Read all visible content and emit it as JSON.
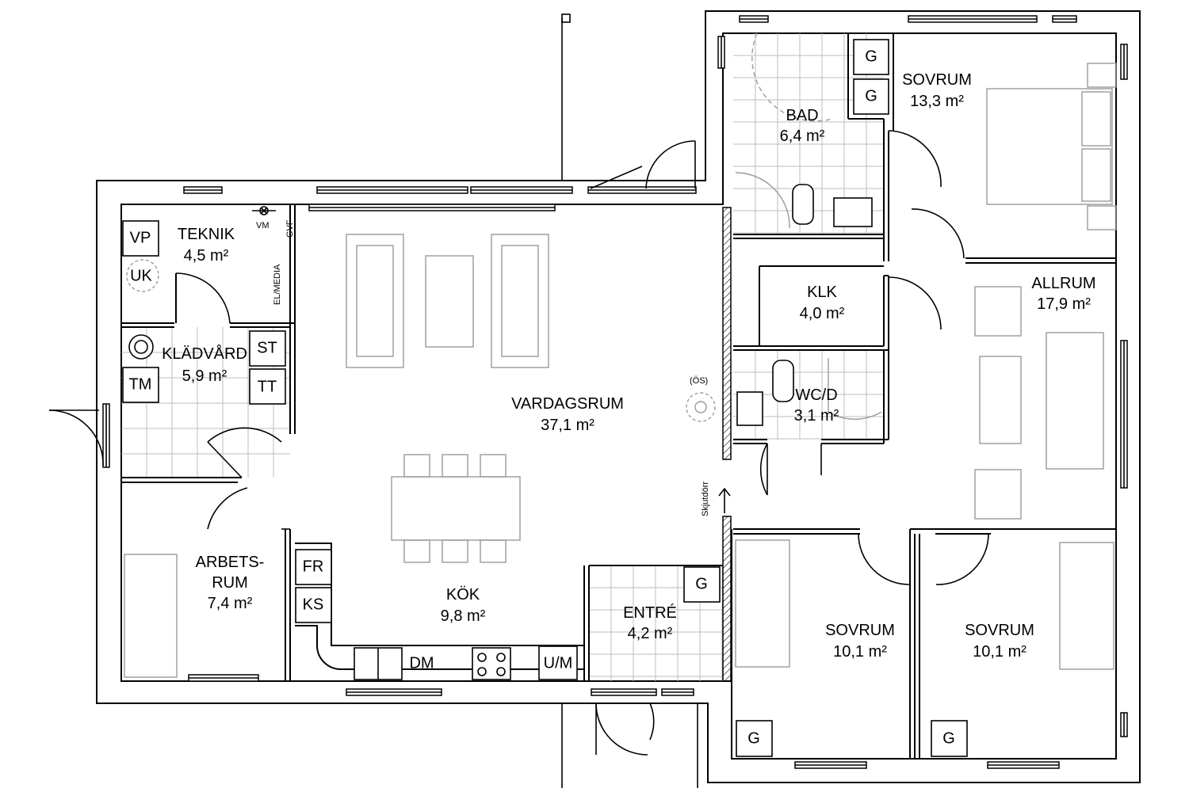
{
  "rooms": {
    "sovrum_ne": {
      "name": "SOVRUM",
      "area": "13,3 m²"
    },
    "bad": {
      "name": "BAD",
      "area": "6,4 m²"
    },
    "teknik": {
      "name": "TEKNIK",
      "area": "4,5 m²"
    },
    "kladvard": {
      "name": "KLÄDVÅRD",
      "area": "5,9 m²"
    },
    "arbetsrum": {
      "name1": "ARBETS-",
      "name2": "RUM",
      "area": "7,4 m²"
    },
    "vardagsrum": {
      "name": "VARDAGSRUM",
      "area": "37,1 m²"
    },
    "kok": {
      "name": "KÖK",
      "area": "9,8 m²"
    },
    "entre": {
      "name": "ENTRÉ",
      "area": "4,2 m²"
    },
    "klk": {
      "name": "KLK",
      "area": "4,0 m²"
    },
    "wcd": {
      "name": "WC/D",
      "area": "3,1 m²"
    },
    "allrum": {
      "name": "ALLRUM",
      "area": "17,9 m²"
    },
    "sovrum_s1": {
      "name": "SOVRUM",
      "area": "10,1 m²"
    },
    "sovrum_s2": {
      "name": "SOVRUM",
      "area": "10,1 m²"
    }
  },
  "fixtures": {
    "vp": "VP",
    "uk": "UK",
    "st": "ST",
    "tm": "TM",
    "tt": "TT",
    "fr": "FR",
    "ks": "KS",
    "dm": "DM",
    "um": "U/M",
    "g": "G",
    "vm": "VM",
    "gvf": "GVF",
    "elmedia": "EL/MEDIA",
    "os": "(ÖS)",
    "skjutdorr": "Skjutdörr"
  }
}
